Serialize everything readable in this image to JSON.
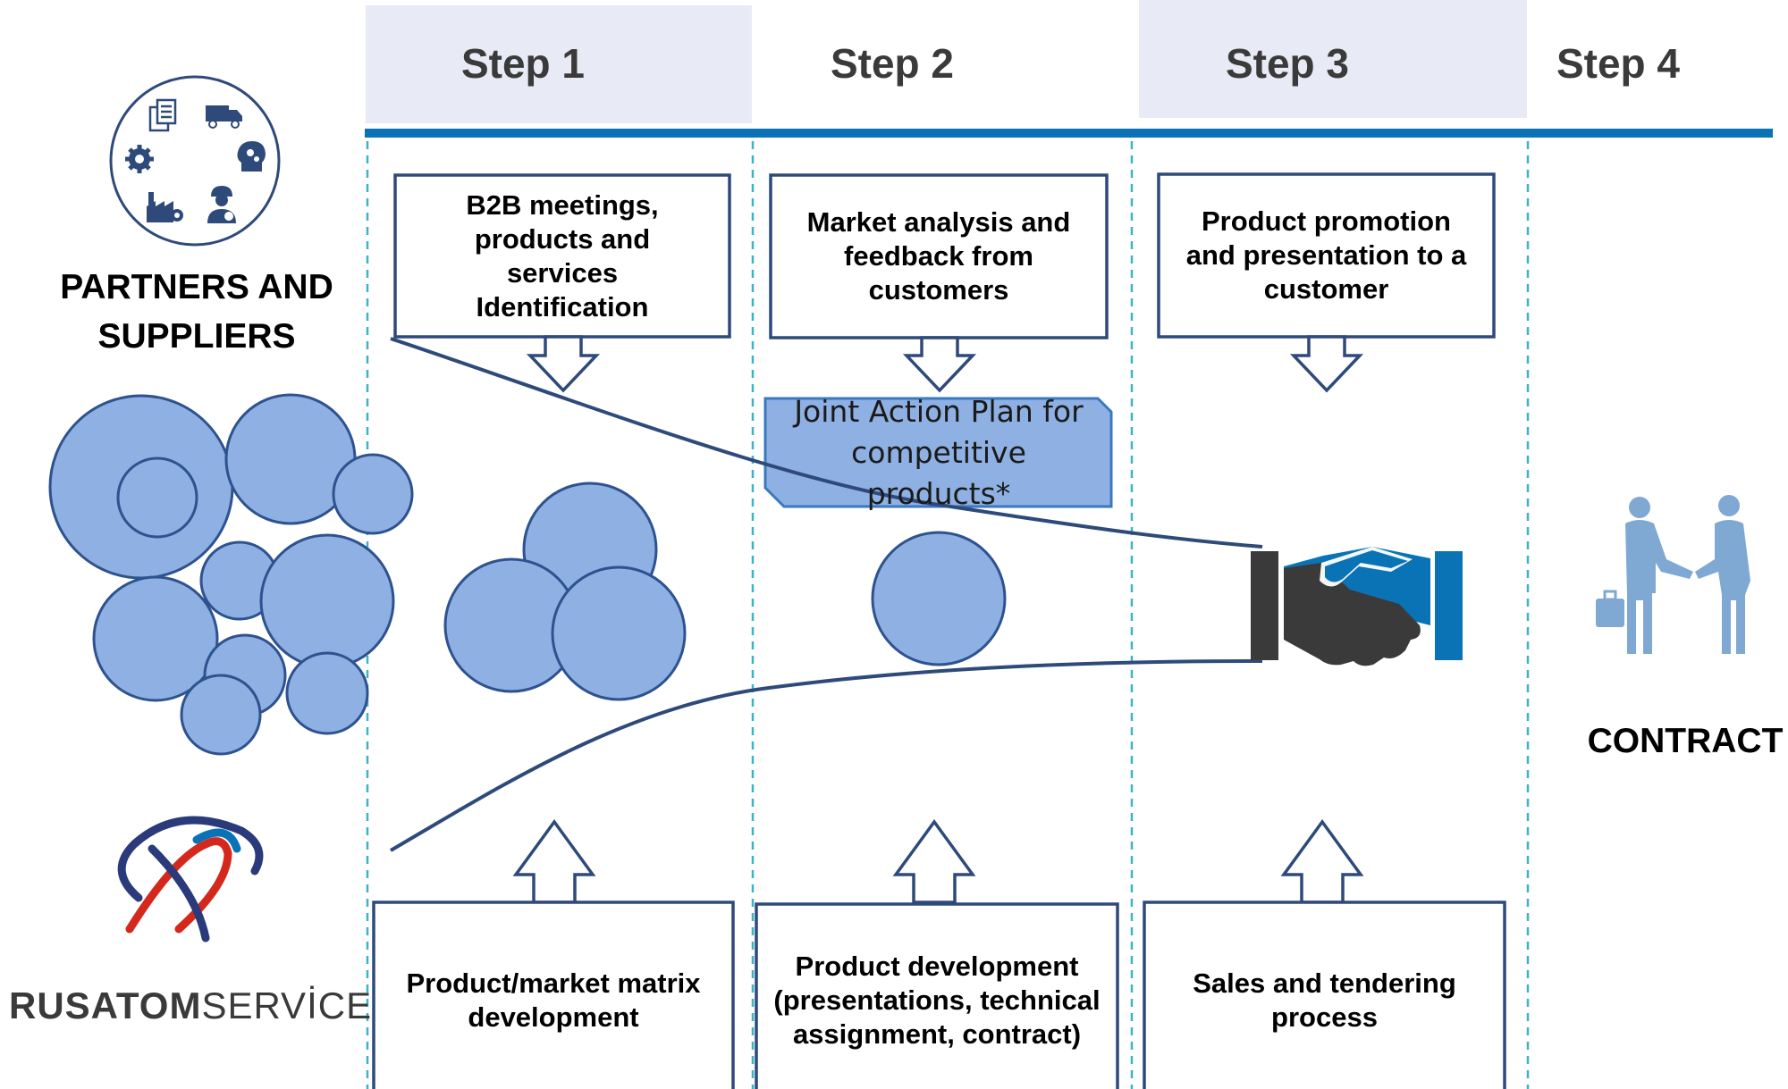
{
  "steps": [
    "Step 1",
    "Step 2",
    "Step 3",
    "Step 4"
  ],
  "left_panel": {
    "title_line1": "PARTNERS AND",
    "title_line2": "SUPPLIERS",
    "logo_bold": "RUSATOM",
    "logo_regular": "SERVİCE"
  },
  "top_boxes": [
    {
      "text": "B2B meetings, products and services Identification"
    },
    {
      "text": "Market analysis and feedback from customers"
    },
    {
      "text": "Product promotion and presentation to a customer"
    }
  ],
  "bottom_boxes": [
    {
      "text": "Product/market matrix development"
    },
    {
      "text": "Product development (presentations, technical assignment, contract)"
    },
    {
      "text": "Sales and tendering process"
    }
  ],
  "joint_plan": {
    "line1": "Joint Action Plan for",
    "line2": "competitive",
    "line3": "products*"
  },
  "contract_label": "CONTRACT",
  "colors": {
    "timeline": "#0a73b5",
    "step_band": "#e8eaf5",
    "circle_fill": "#8eb0e2",
    "circle_stroke": "#2e5290",
    "box_border": "#2e4a7a",
    "divider": "#3cb3c6",
    "handshake_dark": "#3a3a3a",
    "handshake_blue": "#0a73b5",
    "people": "#7fa9d3"
  },
  "icons": [
    "documents-icon",
    "delivery-truck-icon",
    "head-gears-icon",
    "engineer-icon",
    "factory-icon",
    "gear-wrench-icon",
    "handshake-icon",
    "business-people-icon",
    "rusatom-atom-logo"
  ]
}
